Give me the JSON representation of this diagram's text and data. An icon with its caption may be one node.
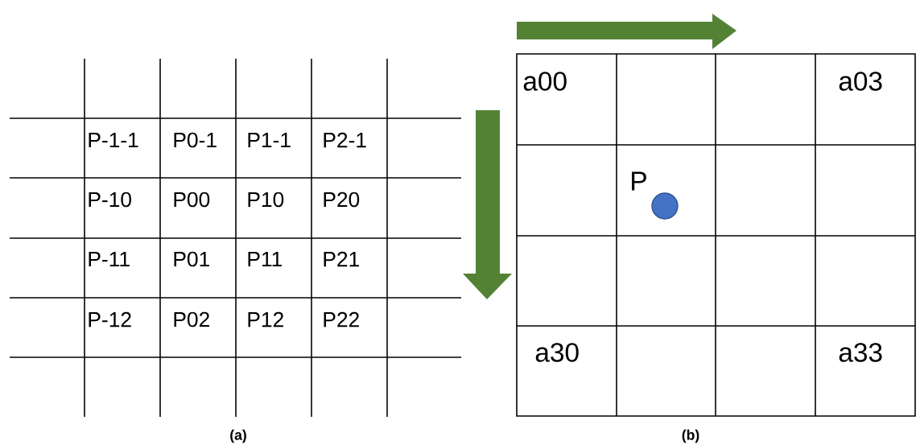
{
  "diagram": {
    "labels": [
      "P-1-1",
      "P0-1",
      "P1-1",
      "P2-1",
      "P-10",
      "P00",
      "P10",
      "P20",
      "P-11",
      "P01",
      "P11",
      "P21",
      "P-12",
      "P02",
      "P12",
      "P22",
      "a00",
      "a03",
      "P",
      "a30",
      "a33",
      "(a)",
      "(b)"
    ]
  }
}
